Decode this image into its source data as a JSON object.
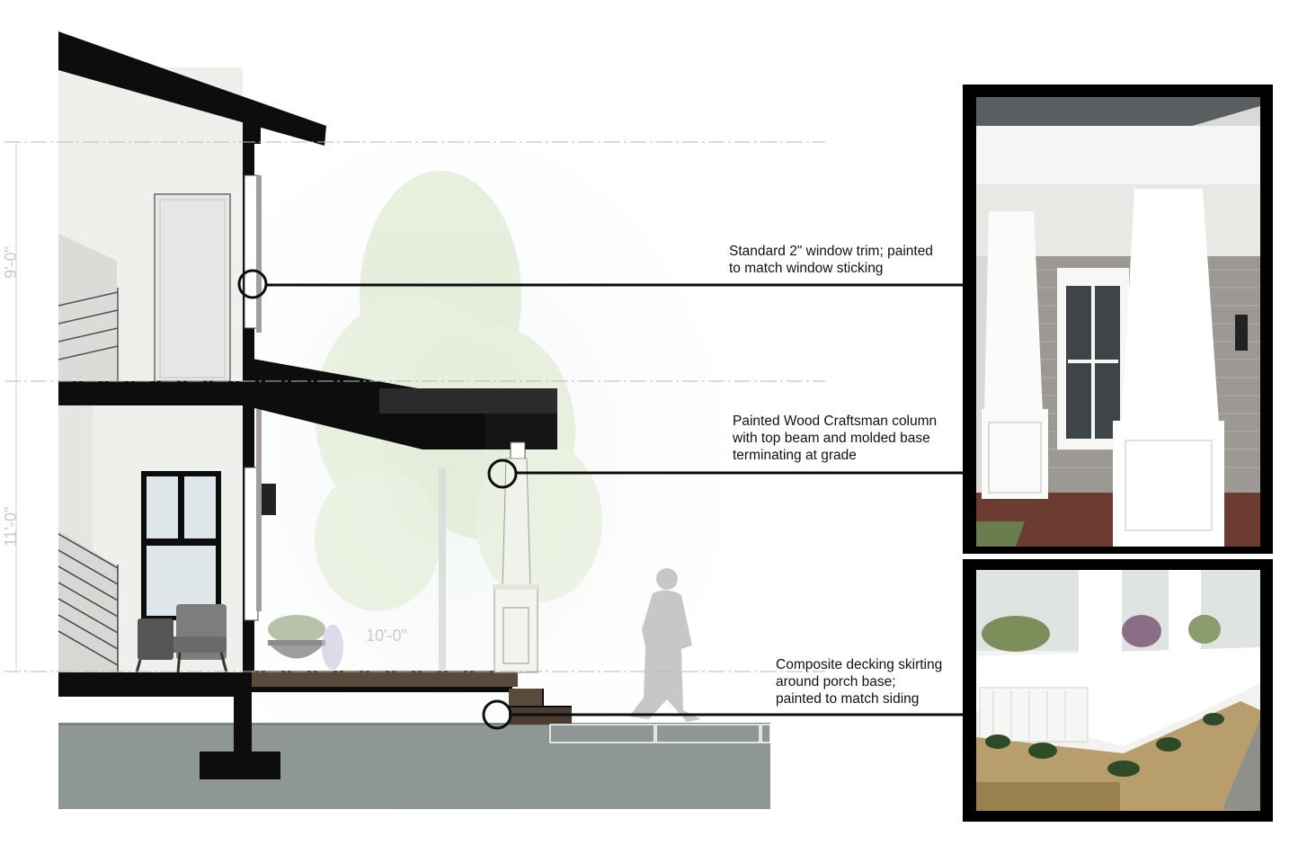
{
  "dimensions": {
    "upper_floor": "9'-0\"",
    "lower_floor": "11'-0\"",
    "porch_depth": "10'-0\""
  },
  "callouts": [
    {
      "id": "window_trim",
      "lines": [
        "Standard 2\" window trim; painted",
        "to match window sticking"
      ]
    },
    {
      "id": "craftsman_column",
      "lines": [
        "Painted Wood Craftsman column",
        "with top beam and molded base",
        "terminating at grade"
      ]
    },
    {
      "id": "decking_skirting",
      "lines": [
        "Composite decking skirting",
        "around porch base;",
        "painted to match siding"
      ]
    }
  ],
  "photos": [
    {
      "name": "porch-column-photo",
      "subject": "craftsman column"
    },
    {
      "name": "porch-skirting-photo",
      "subject": "porch skirting"
    }
  ],
  "colors": {
    "structure": "#0d0d0d",
    "wall": "#eef0ec",
    "ground": "#8e9796",
    "deck": "#5a4a3c",
    "siding": "#a39e99"
  }
}
